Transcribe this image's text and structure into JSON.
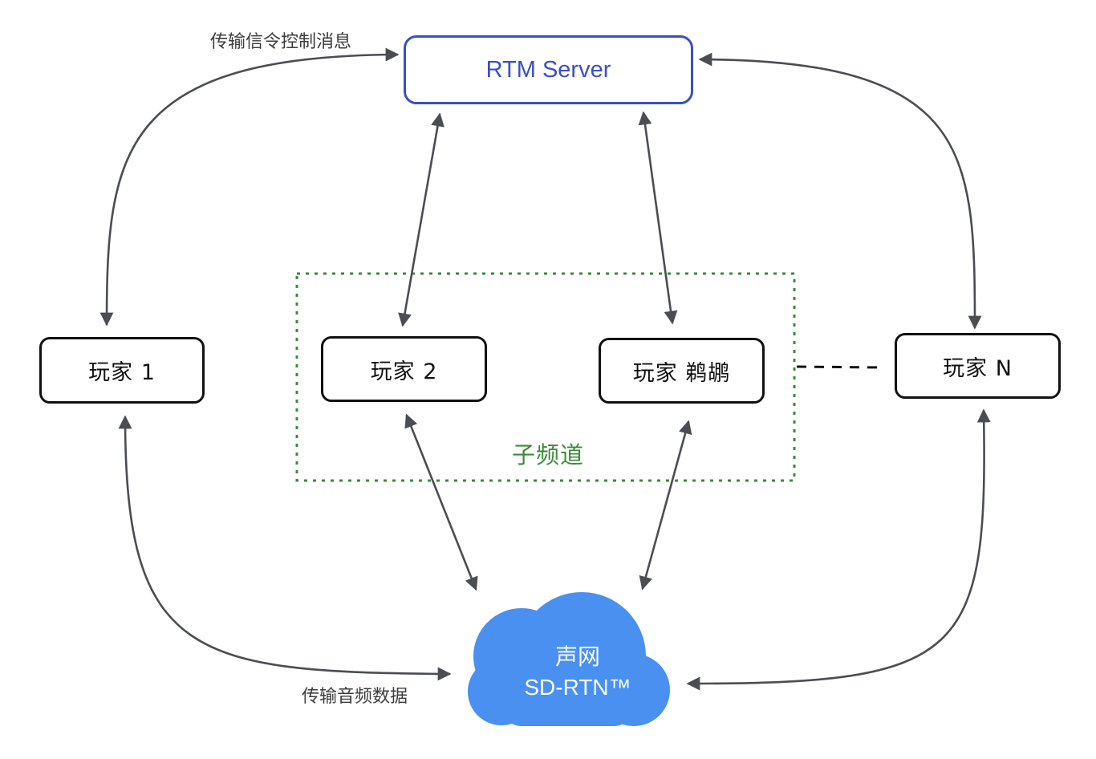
{
  "server": {
    "label": "RTM Server",
    "color": "#3a4fc4"
  },
  "players": [
    {
      "label": "玩家 1"
    },
    {
      "label": "玩家 2"
    },
    {
      "label": "玩家 鹈鹕"
    },
    {
      "label": "玩家 N"
    }
  ],
  "subchannel": {
    "label": "子频道",
    "color": "#3b8a3b"
  },
  "cloud": {
    "line1": "声网",
    "line2": "SD-RTN™",
    "color": "#4a90f0"
  },
  "edge_labels": {
    "signaling": "传输信令控制消息",
    "audio": "传输音频数据"
  },
  "arrow_color": "#4a4d52"
}
